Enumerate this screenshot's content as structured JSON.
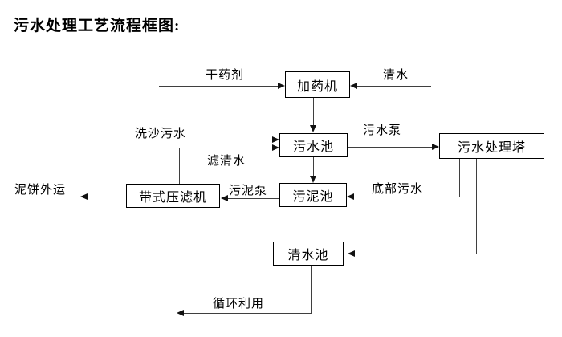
{
  "title": "污水处理工艺流程框图:",
  "nodes": {
    "dosing_machine": {
      "label": "加药机"
    },
    "sewage_pool": {
      "label": "污水池"
    },
    "treatment_tower": {
      "label": "污水处理塔"
    },
    "belt_filter_press": {
      "label": "带式压滤机"
    },
    "sludge_pool": {
      "label": "污泥池"
    },
    "clean_water_pool": {
      "label": "清水池"
    }
  },
  "edge_labels": {
    "dry_chemical": "干药剂",
    "clean_water_in": "清水",
    "sand_washing_sewage": "洗沙污水",
    "filtered_water": "滤清水",
    "sewage_pump": "污水泵",
    "bottom_sewage": "底部污水",
    "sludge_pump": "污泥泵",
    "mud_cake_outbound": "泥饼外运",
    "recycling": "循环利用"
  },
  "colors": {
    "line": "#3f3f3f",
    "arrow": "#111111",
    "box_border": "#000000",
    "text": "#000000",
    "background": "#ffffff"
  }
}
